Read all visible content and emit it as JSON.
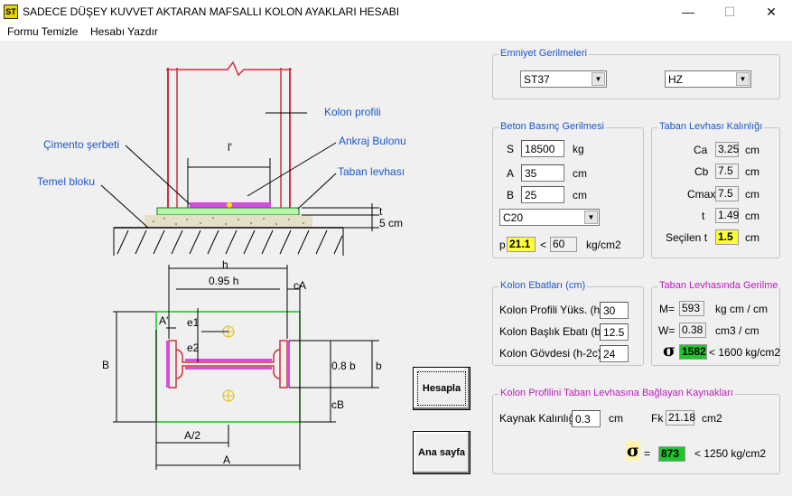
{
  "window": {
    "title": "SADECE DÜŞEY KUVVET AKTARAN MAFSALLI KOLON AYAKLARI HESABI",
    "icon_text": "ST",
    "min": "—",
    "max": "☐",
    "close": "✕"
  },
  "menu": [
    "Formu Temizle",
    "Hesabı Yazdır"
  ],
  "drawing_top": {
    "kolon_profili": "Kolon profili",
    "ankraj": "Ankraj Bulonu",
    "cimento": "Çimento şerbeti",
    "taban": "Taban levhası",
    "temel": "Temel bloku",
    "l_prime": "l'",
    "t": "t",
    "five_cm": "5 cm"
  },
  "drawing_plan": {
    "h": "h",
    "h095": "0.95 h",
    "cA": "cA",
    "A_prime": "A'",
    "e1": "e1",
    "e2": "e2",
    "B": "B",
    "b08": "0.8 b",
    "b": "b",
    "cB": "cB",
    "A2": "A/2",
    "A": "A"
  },
  "buttons": {
    "hesapla": "Hesapla",
    "ana_sayfa": "Ana sayfa"
  },
  "emniyet": {
    "title": "Emniyet Gerilmeleri",
    "steel": "ST37",
    "load": "HZ"
  },
  "beton": {
    "title": "Beton Basınç Gerilmesi",
    "S_label": "S",
    "S_value": "18500",
    "S_unit": "kg",
    "A_label": "A",
    "A_value": "35",
    "A_unit": "cm",
    "B_label": "B",
    "B_value": "25",
    "B_unit": "cm",
    "concrete": "C20",
    "p_label": "p",
    "p_value": "21.1",
    "lt": "<",
    "p_allow": "60",
    "p_unit": "kg/cm2"
  },
  "taban": {
    "title": "Taban Levhası Kalınlığı",
    "rows": [
      {
        "label": "Ca",
        "value": "3.25",
        "unit": "cm"
      },
      {
        "label": "Cb",
        "value": "7.5",
        "unit": "cm"
      },
      {
        "label": "Cmax",
        "value": "7.5",
        "unit": "cm"
      },
      {
        "label": "t",
        "value": "1.49",
        "unit": "cm"
      }
    ],
    "secilen_label": "Seçilen t",
    "secilen_value": "1.5",
    "secilen_unit": "cm"
  },
  "kolon": {
    "title": "Kolon Ebatları (cm)",
    "rows": [
      {
        "label": "Kolon Profili Yüks. (h)",
        "value": "30"
      },
      {
        "label": "Kolon Başlık Ebatı (b)",
        "value": "12.5"
      },
      {
        "label": "Kolon Gövdesi  (h-2c)",
        "value": "24"
      }
    ]
  },
  "gerilme": {
    "title": "Taban Levhasında Gerilme",
    "M_label": "M=",
    "M_value": "593",
    "M_unit": "kg cm / cm",
    "W_label": "W=",
    "W_value": "0.38",
    "W_unit": "cm3 / cm",
    "sigma": "σ",
    "sigma_value": "1582",
    "limit": "< 1600 kg/cm2"
  },
  "kaynak": {
    "title": "Kolon Profilini Taban Levhasına Bağlayan Kaynakları",
    "kalinlik_label": "Kaynak Kalınlığı",
    "kalinlik_value": "0.3",
    "kalinlik_unit": "cm",
    "fk_label": "Fk",
    "fk_value": "21.18",
    "fk_unit": "cm2",
    "sigma": "σ",
    "eq": "=",
    "sigma_value": "873",
    "limit": "< 1250  kg/cm2"
  },
  "colors": {
    "accent_blue": "#1d56c8",
    "accent_magenta": "#c218c2",
    "highlight_yellow": "#ffff38",
    "highlight_green": "#1fc52d"
  }
}
